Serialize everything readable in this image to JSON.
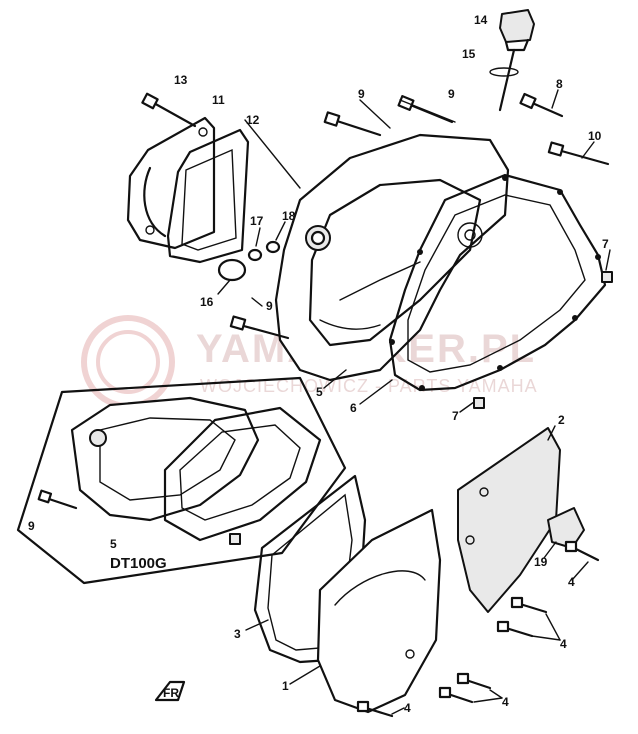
{
  "inset": {
    "model_label": "DT100G"
  },
  "callouts": [
    "1",
    "2",
    "3",
    "4",
    "5",
    "6",
    "7",
    "8",
    "9",
    "10",
    "11",
    "12",
    "13",
    "14",
    "15",
    "16",
    "17",
    "18",
    "19"
  ],
  "watermark": {
    "main": "YAMA-BIKER.PL",
    "sub": "WOJCIECHOWICZ - PARTS YAMAHA"
  },
  "fr_mark": "FR",
  "colors": {
    "ink": "#111111",
    "watermark": "#d9b7b7",
    "paper": "#ffffff"
  }
}
